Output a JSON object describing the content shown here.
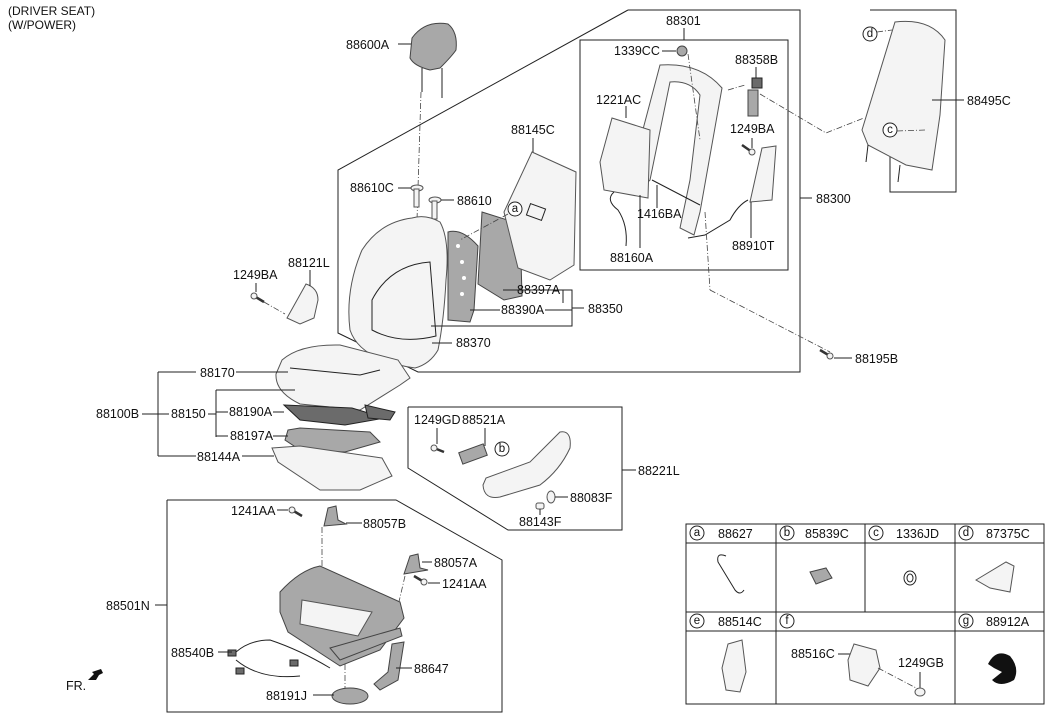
{
  "title": {
    "line1": "(DRIVER SEAT)",
    "line2": "(W/POWER)"
  },
  "orientation": {
    "label": "FR.",
    "icon": "arrow-front-icon"
  },
  "labels": {
    "p88600A": "88600A",
    "p88610C": "88610C",
    "p88610": "88610",
    "p88145C": "88145C",
    "p88301": "88301",
    "p1339CC": "1339CC",
    "p88358B": "88358B",
    "p1221AC": "1221AC",
    "p1249BA_frame": "1249BA",
    "p1416BA": "1416BA",
    "p88160A": "88160A",
    "p88910T": "88910T",
    "p88300": "88300",
    "p88495C": "88495C",
    "p1249BA_left": "1249BA",
    "p88121L": "88121L",
    "p88397A": "88397A",
    "p88390A": "88390A",
    "p88350": "88350",
    "p88370": "88370",
    "p88195B": "88195B",
    "p88170": "88170",
    "p88100B": "88100B",
    "p88150": "88150",
    "p88190A": "88190A",
    "p88197A": "88197A",
    "p88144A": "88144A",
    "p1249GD": "1249GD",
    "p88521A": "88521A",
    "p88221L": "88221L",
    "p88083F": "88083F",
    "p88143F": "88143F",
    "p1241AA_top": "1241AA",
    "p88057B": "88057B",
    "p88057A": "88057A",
    "p1241AA_right": "1241AA",
    "p88501N": "88501N",
    "p88540B": "88540B",
    "p88647": "88647",
    "p88191J": "88191J"
  },
  "callouts": {
    "a": "a",
    "b": "b",
    "c": "c",
    "d": "d"
  },
  "legend_table": {
    "cells": [
      {
        "key": "a",
        "part": "88627"
      },
      {
        "key": "b",
        "part": "85839C"
      },
      {
        "key": "c",
        "part": "1336JD"
      },
      {
        "key": "d",
        "part": "87375C"
      },
      {
        "key": "e",
        "part": "88514C"
      },
      {
        "key": "f",
        "part": ""
      },
      {
        "key": "g",
        "part": "88912A"
      }
    ],
    "f_sub": {
      "part1": "88516C",
      "part2": "1249GB"
    }
  }
}
